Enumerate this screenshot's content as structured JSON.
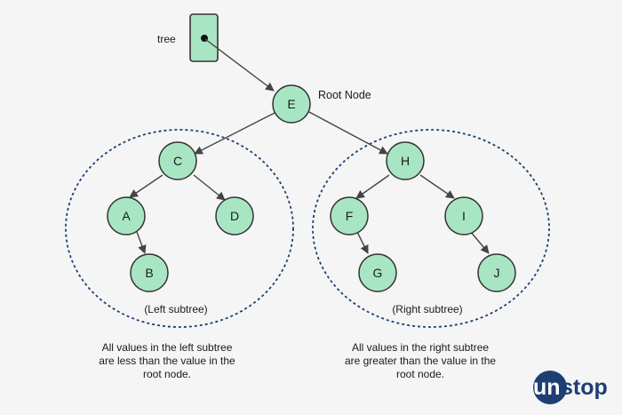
{
  "pointer": {
    "label": "tree"
  },
  "root_label": "Root Node",
  "nodes": {
    "E": "E",
    "C": "C",
    "H": "H",
    "A": "A",
    "D": "D",
    "B": "B",
    "F": "F",
    "I": "I",
    "G": "G",
    "J": "J"
  },
  "subtrees": {
    "left": "(Left subtree)",
    "right": "(Right subtree)"
  },
  "descriptions": {
    "left": [
      "All values in the left subtree",
      "are less than the value in the",
      "root node."
    ],
    "right": [
      "All values in the right subtree",
      "are greater than the value in the",
      "root node."
    ]
  },
  "logo": {
    "brand": "unstop",
    "part1": "un",
    "part2": "stop"
  },
  "colors": {
    "node_fill": "#a8e6c3",
    "ring": "#1f3f73",
    "background": "#f5f5f6"
  }
}
